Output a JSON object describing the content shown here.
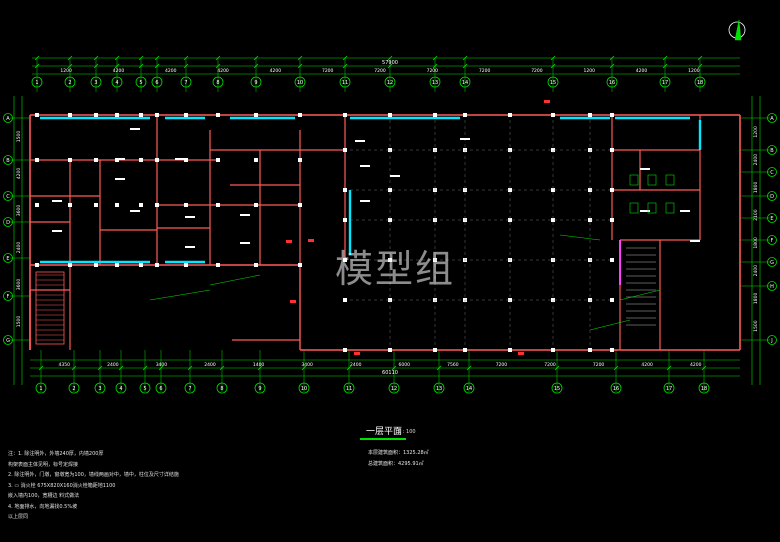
{
  "drawing": {
    "title": "一层平面",
    "scale": "1 : 100",
    "area_current": "本层建筑面积：1325.28㎡",
    "area_total": "总建筑面积：4295.91㎡",
    "watermark": "模型组",
    "notes": [
      "注：1. 除注明外，外墙240厚，内墙200厚",
      "    构架表面主体见明，标号定焊接",
      "    2. 除注明外，门墩，窗墩宽为100，墙线两画对中，墙中，柱位及尺寸详结施",
      "    3. ▭ 消火栓 675X820X160消火栓箱距地1100",
      "    嵌入墙内100，宽槽边 料式做法",
      "    4. 地面排水，向地漏找0.5%坡",
      "    以上层同"
    ],
    "top_total_dim": "57900",
    "bottom_total_dim": "60110",
    "top_dims": [
      "1200",
      "4200",
      "4200",
      "4200",
      "4200",
      "7200",
      "7200",
      "7200",
      "7200",
      "7200",
      "1200",
      "4200",
      "1200"
    ],
    "bottom_dims": [
      "4350",
      "2400",
      "3400",
      "2400",
      "1400",
      "3400",
      "2400",
      "6000",
      "7560",
      "7200",
      "7200",
      "7200",
      "4200",
      "4200"
    ],
    "left_dims": [
      "1500",
      "4200",
      "3600",
      "2400",
      "3600",
      "1500"
    ],
    "right_dims": [
      "1200",
      "2400",
      "1800",
      "2100",
      "1800",
      "2400",
      "1800",
      "1500"
    ],
    "axis_labels_top": [
      "1",
      "2",
      "3",
      "4",
      "5",
      "6",
      "7",
      "8",
      "9",
      "10",
      "11",
      "12",
      "13",
      "14",
      "15",
      "16",
      "17",
      "18"
    ],
    "axis_labels_bottom": [
      "1",
      "2",
      "3",
      "4",
      "5",
      "6",
      "7",
      "8",
      "9",
      "10",
      "11",
      "12",
      "13",
      "14",
      "15",
      "16",
      "17",
      "18"
    ],
    "axis_labels_left": [
      "A",
      "B",
      "C",
      "D",
      "E",
      "F",
      "G"
    ],
    "axis_labels_right": [
      "A",
      "B",
      "C",
      "D",
      "E",
      "F",
      "G",
      "H",
      "J"
    ],
    "colors": {
      "background": "#000000",
      "wall": "#ff5a5a",
      "window": "#00e8ff",
      "dimension": "#00e000",
      "column": "#ffffff",
      "label": "#ffffff",
      "accent": "#ff40ff"
    }
  }
}
